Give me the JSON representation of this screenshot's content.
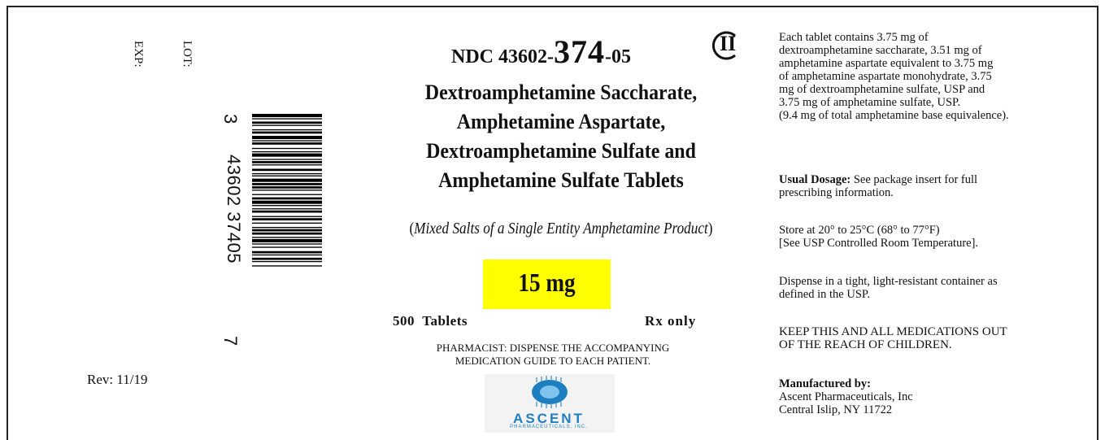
{
  "left": {
    "exp_label": "EXP:",
    "lot_label": "LOT:",
    "barcode_digit_top": "3",
    "barcode_number_group": "43602 37405",
    "barcode_digit_bottom": "7",
    "revision": "Rev: 11/19"
  },
  "center": {
    "ndc_prefix": "NDC 43602-",
    "ndc_product": "374",
    "ndc_suffix": "-05",
    "schedule_symbol": "II",
    "drug_name_lines": [
      "Dextroamphetamine Saccharate,",
      "Amphetamine Aspartate,",
      "Dextroamphetamine Sulfate and",
      "Amphetamine Sulfate Tablets"
    ],
    "subtitle_open": "(",
    "subtitle_italic": "Mixed Salts of a Single Entity Amphetamine Product",
    "subtitle_close": ")",
    "strength": "15 mg",
    "tablet_count": "500  Tablets",
    "rx_only": "Rx only",
    "pharmacist_line1": "PHARMACIST: DISPENSE THE ACCOMPANYING",
    "pharmacist_line2": "MEDICATION GUIDE TO EACH PATIENT.",
    "logo_text": "ASCENT",
    "logo_subtext": "PHARMACEUTICALS, INC."
  },
  "right": {
    "composition_lines": [
      "Each tablet contains 3.75 mg of",
      "dextroamphetamine saccharate, 3.51 mg of",
      "amphetamine aspartate equivalent to 3.75 mg",
      "of amphetamine aspartate monohydrate, 3.75",
      "mg of dextroamphetamine sulfate, USP and",
      "3.75 mg of amphetamine sulfate, USP.",
      "(9.4 mg of total amphetamine base equivalence)."
    ],
    "dosage_label": "Usual Dosage:",
    "dosage_text_1": " See package insert for full",
    "dosage_text_2": "prescribing information.",
    "storage_1": "Store at 20° to 25°C (68° to 77°F)",
    "storage_2": "[See USP Controlled Room Temperature].",
    "dispense_1": "Dispense in a tight, light-resistant container as",
    "dispense_2": "defined in the USP.",
    "keep_1": "KEEP THIS AND ALL MEDICATIONS OUT",
    "keep_2": "OF THE REACH OF CHILDREN.",
    "mfr_label": "Manufactured by:",
    "mfr_name": "Ascent Pharmaceuticals, Inc",
    "mfr_city": "Central Islip, NY 11722"
  },
  "colors": {
    "strength_highlight": "#ffff00",
    "logo_blue": "#1e7fc0",
    "border": "#222222"
  }
}
